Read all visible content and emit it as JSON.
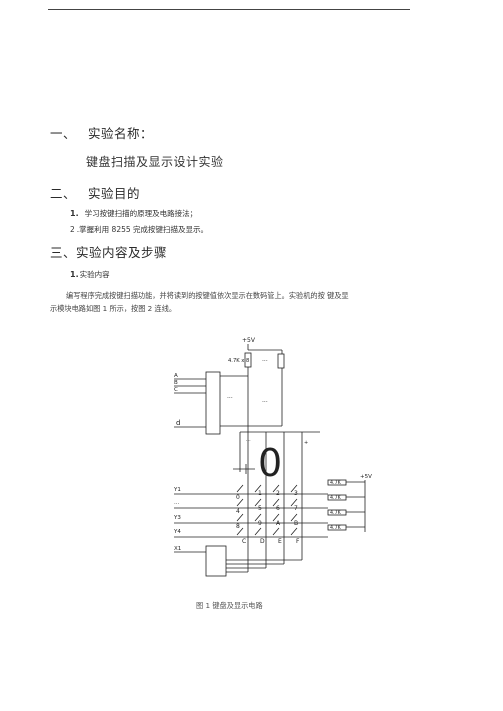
{
  "sections": {
    "s1": {
      "num": "一、",
      "title": "实验名称：",
      "content": "键盘扫描及显示设计实验"
    },
    "s2": {
      "num": "二、",
      "title": "实验目的",
      "items": [
        {
          "num": "1.",
          "text": "学习按键扫描的原理及电路接法；"
        },
        {
          "num": "2",
          "text": ".掌握利用 8255 完成按键扫描及显示。"
        }
      ]
    },
    "s3": {
      "title": "三、实验内容及步骤",
      "sub_num": "1.",
      "sub_title": "实验内容",
      "para_line1": "编写程序完成按键扫描功能，并将读到的按键值依次显示在数码管上。实验机的按  键及显",
      "para_line2": "示模块电路如图  1 所示，按图 2 连线。"
    }
  },
  "figure": {
    "caption": "图 1 键盘及显示电路",
    "supply_top": "+5V",
    "resistor_array": "4.7K x 8",
    "supply_right": "+5V",
    "ellipsis": "···",
    "big_digit": "0",
    "left_inputs": [
      "A",
      "B",
      "C"
    ],
    "left_pin": "d",
    "row_labels": [
      "Y1",
      "...",
      "Y3",
      "Y4",
      "X1"
    ],
    "row_resistors": [
      "4.7K",
      "4.7K",
      "4.7K",
      "4.7K"
    ],
    "keys": [
      [
        "0",
        "1",
        "2",
        "3"
      ],
      [
        "4",
        "5",
        "6",
        "7"
      ],
      [
        "8",
        "9",
        "A",
        "B"
      ],
      [
        "C",
        "D",
        "E",
        "F"
      ]
    ]
  }
}
